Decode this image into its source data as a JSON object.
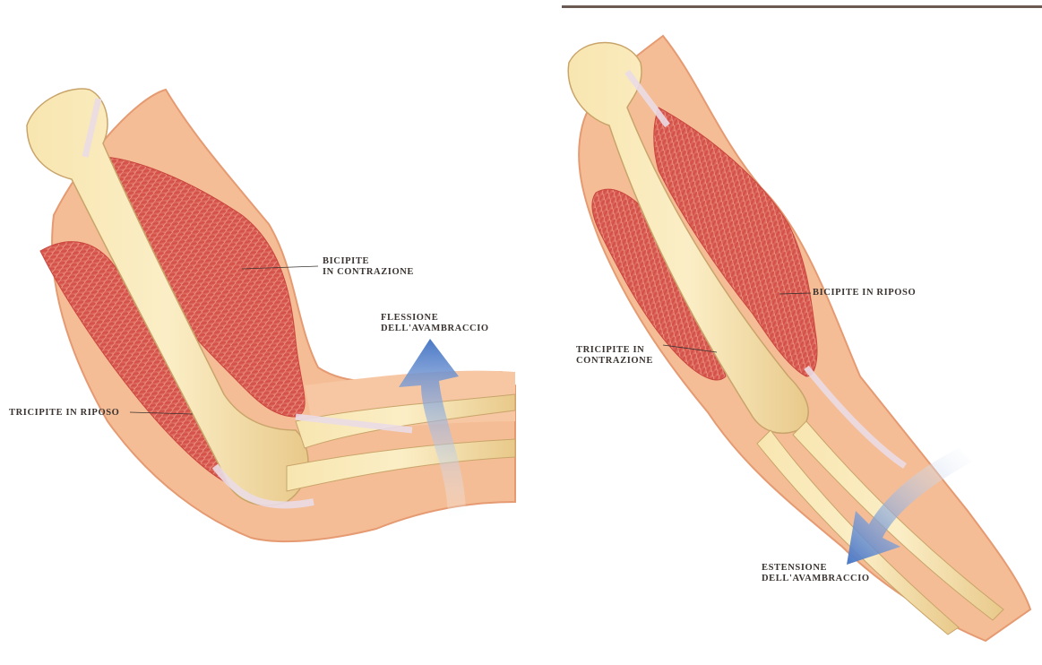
{
  "left_panel": {
    "label_biceps": [
      "BICIPITE",
      "IN CONTRAZIONE"
    ],
    "label_flexion": [
      "FLESSIONE",
      "DELL'AVAMBRACCIO"
    ],
    "label_triceps": [
      "TRICIPITE IN RIPOSO"
    ],
    "arrow_color": "#4a78c6"
  },
  "right_panel": {
    "label_biceps": [
      "BICIPITE IN RIPOSO"
    ],
    "label_triceps": [
      "TRICIPITE IN",
      "CONTRAZIONE"
    ],
    "label_extension": [
      "ESTENSIONE",
      "DELL'AVAMBRACCIO"
    ],
    "arrow_color": "#4a78c6"
  },
  "colors": {
    "skin": "#f3b389",
    "muscle": "#d9584f",
    "bone": "#f6dfa0",
    "tendon": "#e9d9e2"
  }
}
